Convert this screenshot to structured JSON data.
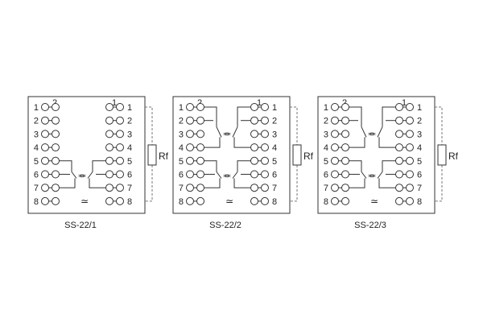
{
  "diagrams": [
    {
      "title": "SS-22/1",
      "left_header": "2",
      "right_header": "1",
      "left_pins": [
        "1",
        "2",
        "3",
        "4",
        "5",
        "6",
        "7",
        "8"
      ],
      "right_pins": [
        "1",
        "2",
        "3",
        "4",
        "5",
        "6",
        "7",
        "8"
      ],
      "resistor_label": "Rf",
      "ac_symbol": "≃",
      "arrow_left": "⇒",
      "arrow_right": "⇐"
    },
    {
      "title": "SS-22/2",
      "left_header": "2",
      "right_header": "1",
      "left_pins": [
        "1",
        "2",
        "3",
        "4",
        "5",
        "6",
        "7",
        "8"
      ],
      "right_pins": [
        "1",
        "2",
        "3",
        "4",
        "5",
        "6",
        "7",
        "8"
      ],
      "resistor_label": "Rf",
      "ac_symbol": "≃",
      "arrow_left": "⇒",
      "arrow_right": "⇐"
    },
    {
      "title": "SS-22/3",
      "left_header": "2",
      "right_header": "1",
      "left_pins": [
        "1",
        "2",
        "3",
        "4",
        "5",
        "6",
        "7",
        "8"
      ],
      "right_pins": [
        "1",
        "2",
        "3",
        "4",
        "5",
        "6",
        "7",
        "8"
      ],
      "resistor_label": "Rf",
      "ac_symbol": "≃",
      "arrow_left": "⇒",
      "arrow_right": "⇐"
    }
  ]
}
